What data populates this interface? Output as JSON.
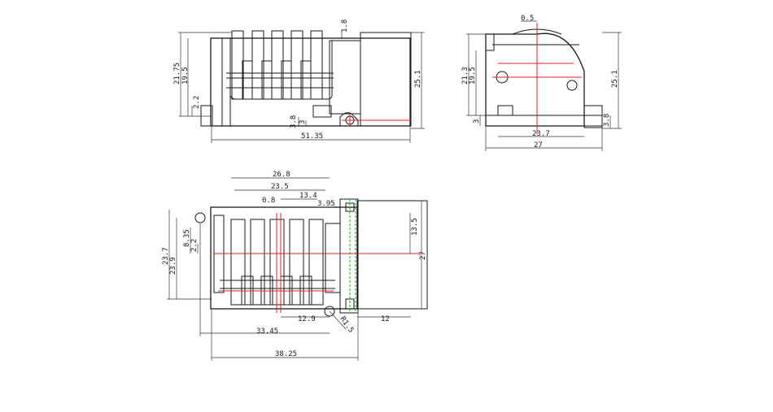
{
  "drawing": {
    "side_view": {
      "dims": [
        "21.75",
        "19.5",
        "2.2",
        "1.8",
        "3.8",
        "3",
        "51.35",
        "25.1"
      ]
    },
    "end_view": {
      "dims": [
        "0.5",
        "21.3",
        "19.5",
        "3",
        "3.8",
        "23.7",
        "27",
        "25.1"
      ]
    },
    "top_view": {
      "dims": [
        "26.8",
        "23.5",
        "0.8",
        "13.4",
        "3.95",
        "8.35",
        "2.2",
        "23.7",
        "23.9",
        "13.5",
        "27",
        "12.9",
        "12",
        "33.45",
        "38.25",
        "R1.5"
      ]
    }
  },
  "colors": {
    "outline": "#1a1a1a",
    "centerline": "#e02020",
    "hidden": "#1fa01f"
  }
}
